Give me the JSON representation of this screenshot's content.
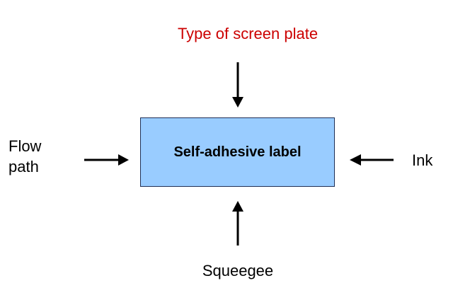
{
  "diagram": {
    "center_box": {
      "label": "Self-adhesive label",
      "fill_color": "#99ccff"
    },
    "inputs": {
      "top": "Type of screen plate",
      "left": "Flow\npath",
      "right": "Ink",
      "bottom": "Squeegee"
    },
    "colors": {
      "top_label": "#cc0000",
      "text": "#000000",
      "arrows": "#000000"
    }
  }
}
